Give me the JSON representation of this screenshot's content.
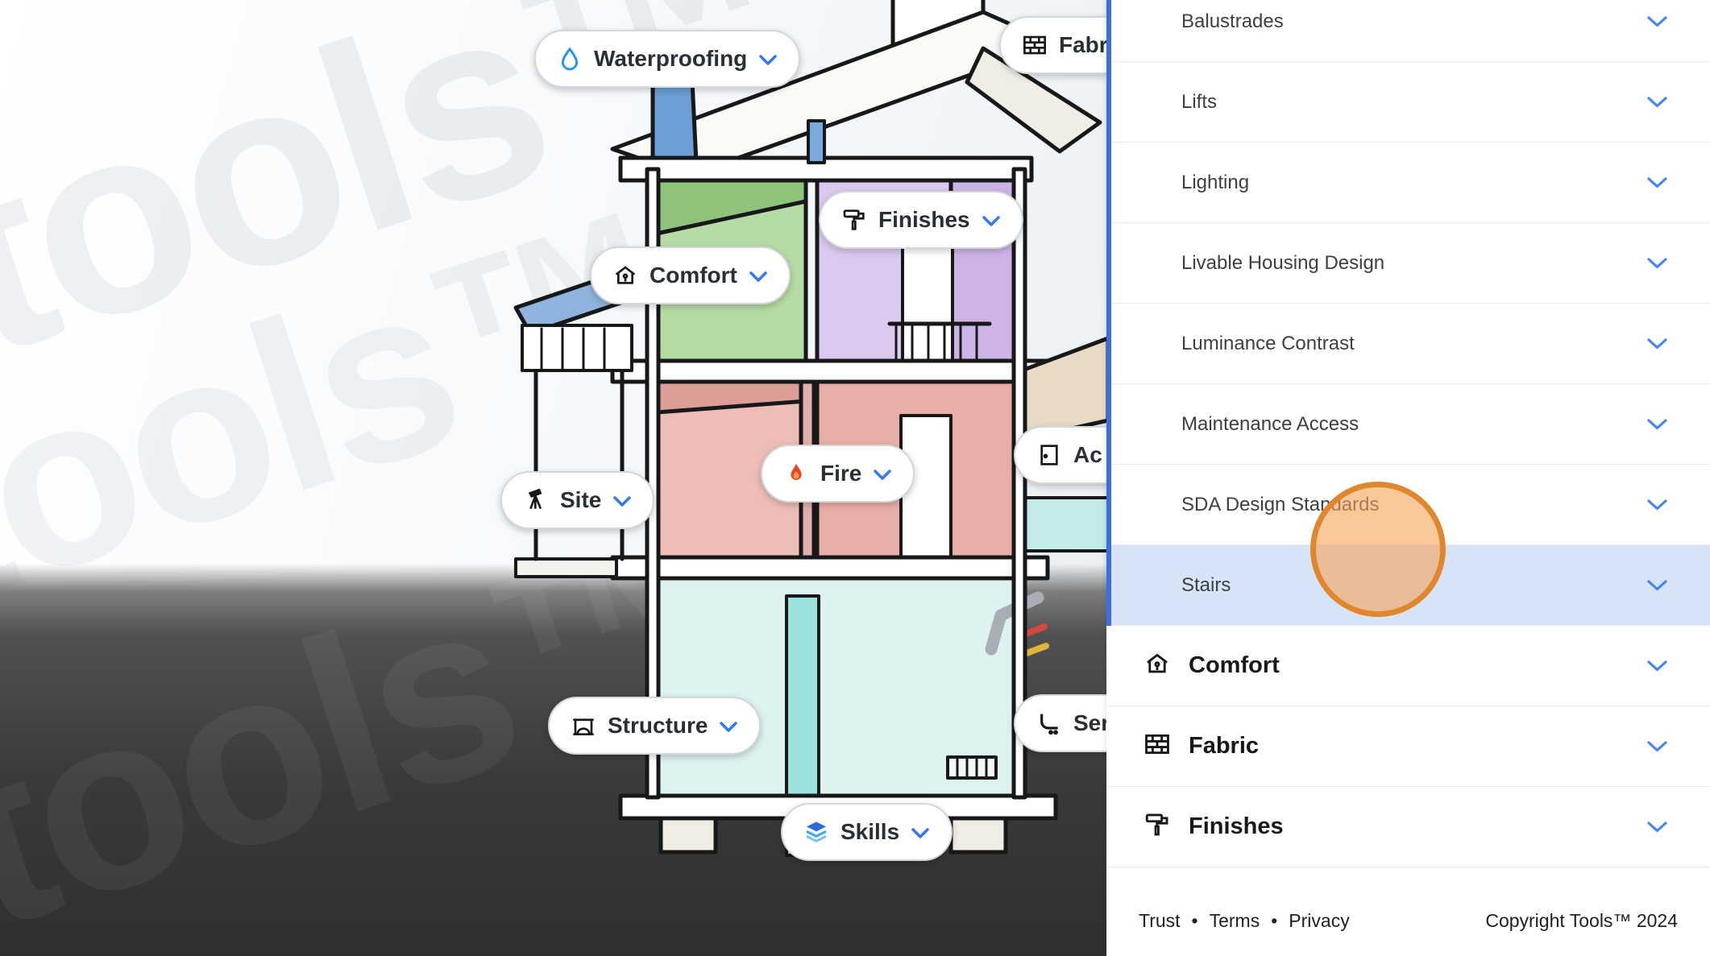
{
  "left": {
    "watermark": "tools™",
    "pills": [
      {
        "label": "Waterproofing",
        "icon": "droplet-icon"
      },
      {
        "label": "Fabr",
        "icon": "brick-icon"
      },
      {
        "label": "Finishes",
        "icon": "paint-roller-icon"
      },
      {
        "label": "Comfort",
        "icon": "house-icon"
      },
      {
        "label": "Fire",
        "icon": "flame-icon"
      },
      {
        "label": "Ac",
        "icon": "door-icon"
      },
      {
        "label": "Site",
        "icon": "survey-icon"
      },
      {
        "label": "Structure",
        "icon": "arch-icon"
      },
      {
        "label": "Ser",
        "icon": "pipe-icon"
      },
      {
        "label": "Skills",
        "icon": "layers-icon"
      }
    ]
  },
  "panel": {
    "accent_color": "#3a6fe0",
    "highlight_color": "#d7e4f7",
    "chevron_color": "#4285f4",
    "sub_items": [
      "Balustrades",
      "Lifts",
      "Lighting",
      "Livable Housing Design",
      "Luminance Contrast",
      "Maintenance Access",
      "SDA Design Standards",
      "Stairs"
    ],
    "selected_sub_item": "Stairs",
    "sections": [
      {
        "label": "Comfort",
        "icon": "house-icon"
      },
      {
        "label": "Fabric",
        "icon": "brick-icon"
      },
      {
        "label": "Finishes",
        "icon": "paint-roller-icon"
      }
    ],
    "footer": {
      "links": [
        "Trust",
        "Terms",
        "Privacy"
      ],
      "separator": "•",
      "copyright": "Copyright Tools™ 2024"
    }
  },
  "annotation": {
    "type": "click-indicator",
    "ring_color": "#e0862c"
  }
}
